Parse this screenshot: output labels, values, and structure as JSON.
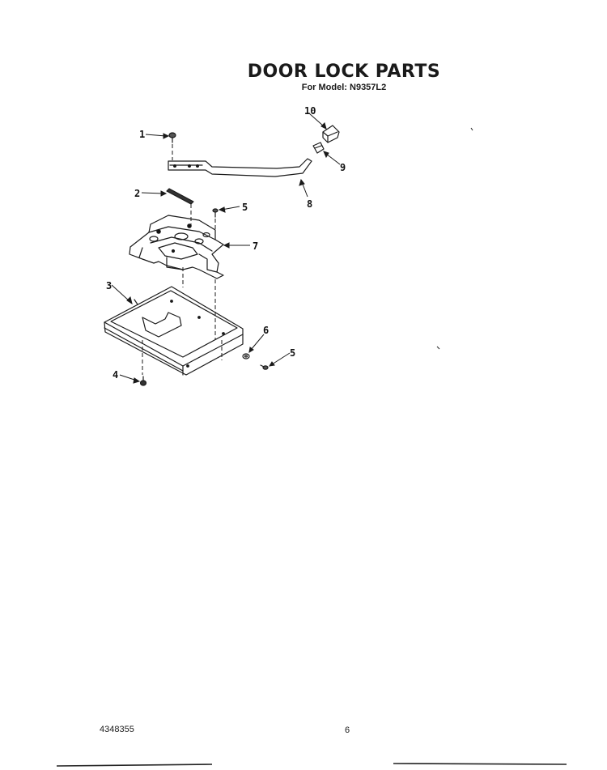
{
  "title": "DOOR LOCK PARTS",
  "subtitle": "For Model: N9357L2",
  "callouts": [
    "1",
    "2",
    "3",
    "4",
    "5",
    "7",
    "10",
    "9",
    "8",
    "6",
    "5"
  ],
  "footer": {
    "part_number": "4348355",
    "page_number": "6"
  }
}
